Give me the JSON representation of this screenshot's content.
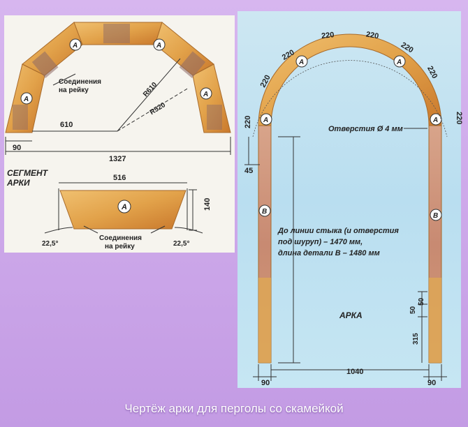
{
  "caption": "Чертёж арки для перголы со скамейкой",
  "left_panel": {
    "joint_label_line1": "Соединения",
    "joint_label_line2": "на рейку",
    "radius_outer": "R610",
    "radius_inner": "R520",
    "half_width": "610",
    "side_width": "90",
    "total_width": "1327",
    "segment_title_line1": "СЕГМЕНТ",
    "segment_title_line2": "АРКИ",
    "segment_length": "516",
    "segment_height": "140",
    "angle_left": "22,5°",
    "angle_right": "22,5°",
    "segment_joint_line1": "Соединения",
    "segment_joint_line2": "на рейку",
    "part_label": "A"
  },
  "right_panel": {
    "arc_segments": [
      "220",
      "220",
      "220",
      "220",
      "220",
      "220",
      "220",
      "220"
    ],
    "hole_label": "Отверстия Ø 4 мм",
    "offset_top": "45",
    "note_line1": "До линии стыка (и отверстия",
    "note_line2": "под шуруп) – 1470 мм,",
    "note_line3": "длина детали B – 1480 мм",
    "arch_title": "АРКА",
    "dim_50a": "50",
    "dim_50b": "50",
    "dim_315": "315",
    "left_width": "90",
    "span": "1040",
    "right_width": "90",
    "part_a": "A",
    "part_b": "B"
  },
  "colors": {
    "wood": "#e2a24a",
    "wood_dark": "#c9782c",
    "post": "#c88a72",
    "sky": "#c4e4f2",
    "frame": "#c9a2e6"
  }
}
